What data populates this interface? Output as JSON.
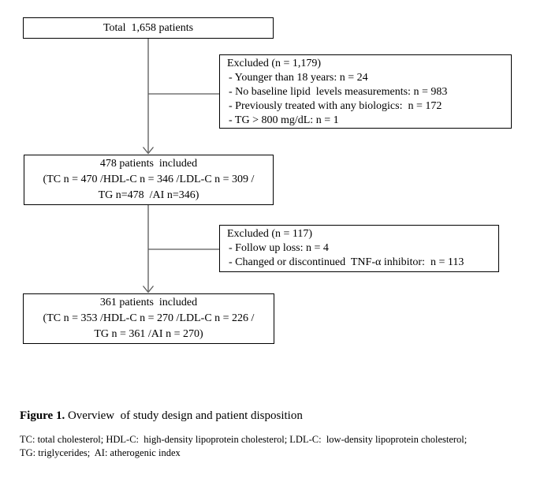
{
  "colors": {
    "background": "#ffffff",
    "box_border": "#000000",
    "connector": "#595959",
    "text": "#000000"
  },
  "flowchart": {
    "total": {
      "text": "Total  1,658 patients"
    },
    "excluded1": {
      "title": "Excluded (n = 1,179)",
      "items": [
        "- Younger than 18 years: n = 24",
        "- No baseline lipid  levels measurements: n = 983",
        "- Previously treated with any biologics:  n = 172",
        "- TG > 800 mg/dL: n = 1"
      ]
    },
    "included1": {
      "lines": [
        "478 patients  included",
        "(TC n = 470 /HDL-C n = 346 /LDL-C n = 309 /",
        "TG n=478  /AI n=346)"
      ]
    },
    "excluded2": {
      "title": "Excluded (n = 117)",
      "items": [
        "- Follow up loss: n = 4",
        "- Changed or discontinued  TNF-α inhibitor:  n = 113"
      ]
    },
    "included2": {
      "lines": [
        "361 patients  included",
        "(TC n = 353 /HDL-C n = 270 /LDL-C n = 226 /",
        "TG n = 361 /AI n = 270)"
      ]
    }
  },
  "caption": {
    "label": "Figure 1.",
    "text": " Overview  of study design and patient disposition"
  },
  "footnote": {
    "line1": "TC: total cholesterol; HDL-C:  high-density lipoprotein cholesterol; LDL-C:  low-density lipoprotein cholesterol;",
    "line2": "TG: triglycerides;  AI: atherogenic index"
  }
}
